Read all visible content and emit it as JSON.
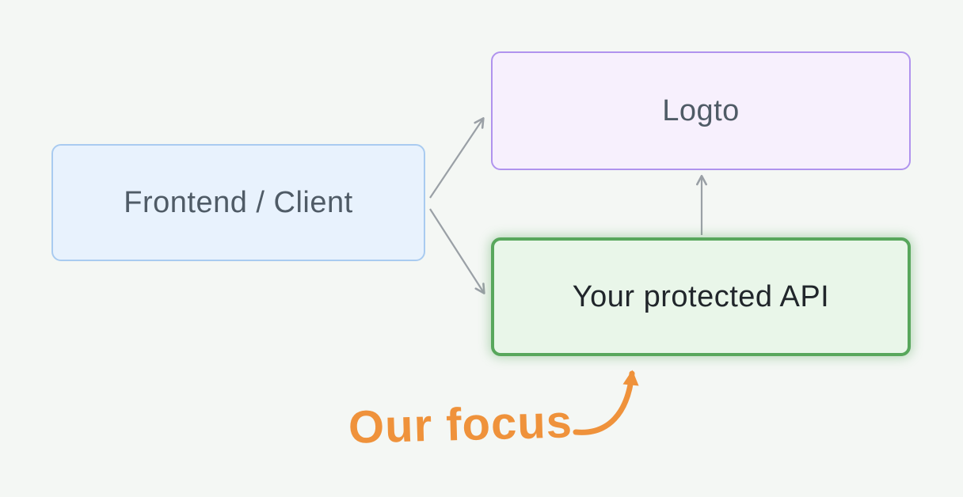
{
  "diagram": {
    "nodes": {
      "frontend": {
        "label": "Frontend / Client"
      },
      "logto": {
        "label": "Logto"
      },
      "api": {
        "label": "Your protected API"
      }
    },
    "annotation": {
      "label": "Our focus"
    },
    "edges": [
      {
        "from": "frontend",
        "to": "logto"
      },
      {
        "from": "frontend",
        "to": "api"
      },
      {
        "from": "api",
        "to": "logto"
      }
    ]
  },
  "colors": {
    "background": "#f4f7f4",
    "frontend-fill": "#e8f2fd",
    "frontend-border": "#a9cbf0",
    "logto-fill": "#f7f0fd",
    "logto-border": "#b093ee",
    "api-fill": "#e9f6e9",
    "api-border": "#58a75c",
    "arrow": "#9aa0a6",
    "accent-orange": "#ef923b",
    "text-muted": "#4f5b66",
    "text-dark": "#21262b"
  }
}
